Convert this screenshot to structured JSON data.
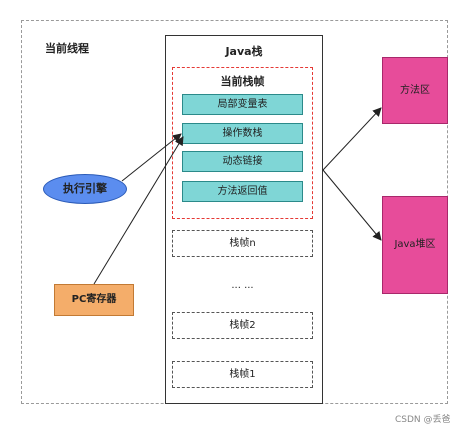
{
  "thread": {
    "title": "当前线程"
  },
  "java_stack": {
    "title": "Java栈"
  },
  "current_frame": {
    "title": "当前栈帧",
    "slots": [
      "局部变量表",
      "操作数栈",
      "动态链接",
      "方法返回值"
    ]
  },
  "frames": {
    "n": "栈帧n",
    "ellipsis": "... ...",
    "f2": "栈帧2",
    "f1": "栈帧1"
  },
  "engine": {
    "label": "执行引擎"
  },
  "pc": {
    "label": "PC寄存器"
  },
  "method_area": {
    "label": "方法区"
  },
  "heap": {
    "label": "Java堆区"
  },
  "watermark": "CSDN @丢爸",
  "colors": {
    "slot": "#7fd6d6",
    "engine": "#5b8def",
    "pc": "#f4ad6a",
    "area": "#e74c9a",
    "frame_border": "#e53935"
  }
}
